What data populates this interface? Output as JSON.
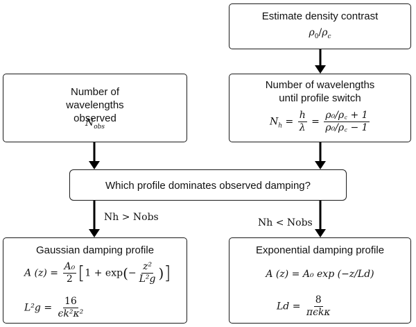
{
  "nodes": {
    "density": {
      "title": "Estimate density contrast",
      "rho_0": "ρ",
      "rho_sub0": "0",
      "slash": "/",
      "rho_c": "ρ",
      "rho_subc": "c"
    },
    "observed": {
      "title": "Number of wavelengths observed",
      "n": "N",
      "n_sub": "obs"
    },
    "switch": {
      "title": "Number of wavelengths until profile switch",
      "lhs": "N",
      "lhs_sub": "h",
      "eq1": "=",
      "h": "h",
      "lambda": "λ",
      "eq2": "=",
      "num": "ρ₀/ρ꜀ + 1",
      "den": "ρ₀/ρ꜀ − 1"
    },
    "decision": {
      "title": "Which profile dominates observed damping?"
    },
    "gaussian": {
      "title": "Gaussian damping profile",
      "eq_a_lhs": "A (z) =",
      "eq_a_frac_num": "A₀",
      "eq_a_frac_den": "2",
      "eq_a_one": "1 + exp",
      "eq_a_inner_num": "z²",
      "eq_a_inner_den": "L²g",
      "eq_l_lhs": "L²g =",
      "eq_l_num": "16",
      "eq_l_den": "ϵk²κ²"
    },
    "exponential": {
      "title": "Exponential damping profile",
      "eq_a": "A (z) = A₀ exp (−z/Ld)",
      "eq_l_lhs": "Ld =",
      "eq_l_num": "8",
      "eq_l_den": "πϵkκ"
    }
  },
  "edges": {
    "left_condition": "Nh > Nobs",
    "right_condition": "Nh < Nobs"
  }
}
